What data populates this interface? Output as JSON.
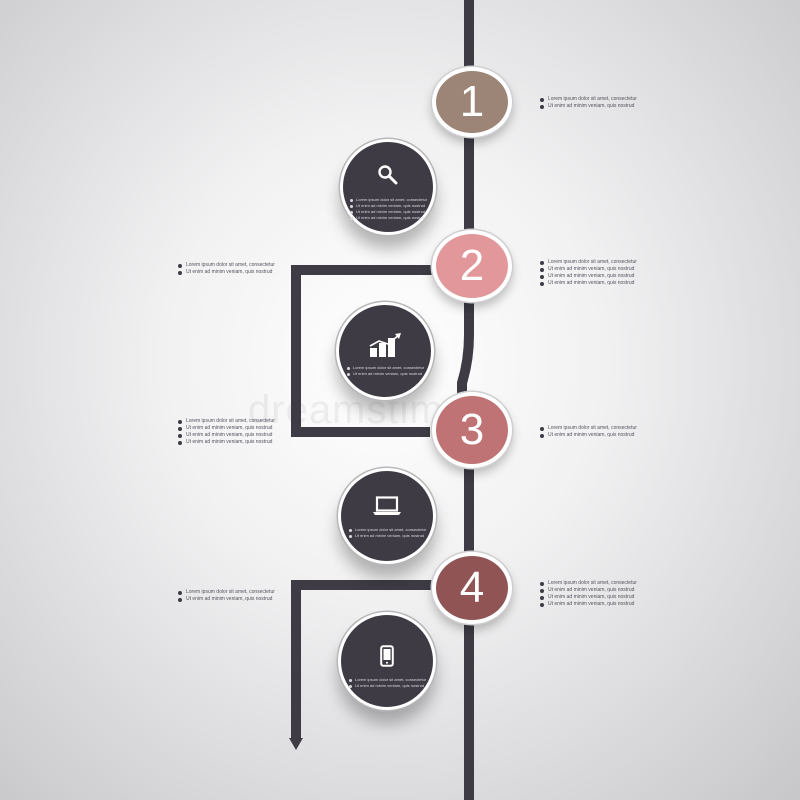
{
  "watermark": "dreamstime",
  "colors": {
    "background": "#eeeeef",
    "line": "#3e3b45",
    "icon_circle": "#3e3b45",
    "step1": "#9c8577",
    "step2": "#e2989a",
    "step3": "#bf7374",
    "step4": "#915454"
  },
  "steps": [
    {
      "number": "1",
      "right_text": [
        "Lorem ipsum dolor sit amet, consectetur",
        "Ut enim ad minim veniam, quis nostrud"
      ],
      "left_text": []
    },
    {
      "number": "2",
      "right_text": [
        "Lorem ipsum dolor sit amet, consectetur",
        "Ut enim ad minim veniam, quis nostrud",
        "Ut enim ad minim veniam, quis nostrud",
        "Ut enim ad minim veniam, quis nostrud"
      ],
      "left_text": [
        "Lorem ipsum dolor sit amet, consectetur",
        "Ut enim ad minim veniam, quis nostrud"
      ]
    },
    {
      "number": "3",
      "right_text": [
        "Lorem ipsum dolor sit amet, consectetur",
        "Ut enim ad minim veniam, quis nostrud"
      ],
      "left_text": [
        "Lorem ipsum dolor sit amet, consectetur",
        "Ut enim ad minim veniam, quis nostrud",
        "Ut enim ad minim veniam, quis nostrud",
        "Ut enim ad minim veniam, quis nostrud"
      ]
    },
    {
      "number": "4",
      "right_text": [
        "Lorem ipsum dolor sit amet, consectetur",
        "Ut enim ad minim veniam, quis nostrud",
        "Ut enim ad minim veniam, quis nostrud",
        "Ut enim ad minim veniam, quis nostrud"
      ],
      "left_text": [
        "Lorem ipsum dolor sit amet, consectetur",
        "Ut enim ad minim veniam, quis nostrud"
      ]
    }
  ],
  "icon_circles": [
    {
      "icon": "magnifier-icon",
      "text": [
        "Lorem ipsum dolor sit amet, consectetur",
        "Ut enim ad minim veniam, quis nostrud",
        "Ut enim ad minim veniam, quis nostrud",
        "Ut enim ad minim veniam, quis nostrud"
      ]
    },
    {
      "icon": "bar-chart-icon",
      "text": [
        "Lorem ipsum dolor sit amet, consectetur",
        "Ut enim ad minim veniam, quis nostrud"
      ]
    },
    {
      "icon": "laptop-icon",
      "text": [
        "Lorem ipsum dolor sit amet, consectetur",
        "Ut enim ad minim veniam, quis nostrud"
      ]
    },
    {
      "icon": "smartphone-icon",
      "text": [
        "Lorem ipsum dolor sit amet, consectetur",
        "Ut enim ad minim veniam, quis nostrud"
      ]
    }
  ]
}
